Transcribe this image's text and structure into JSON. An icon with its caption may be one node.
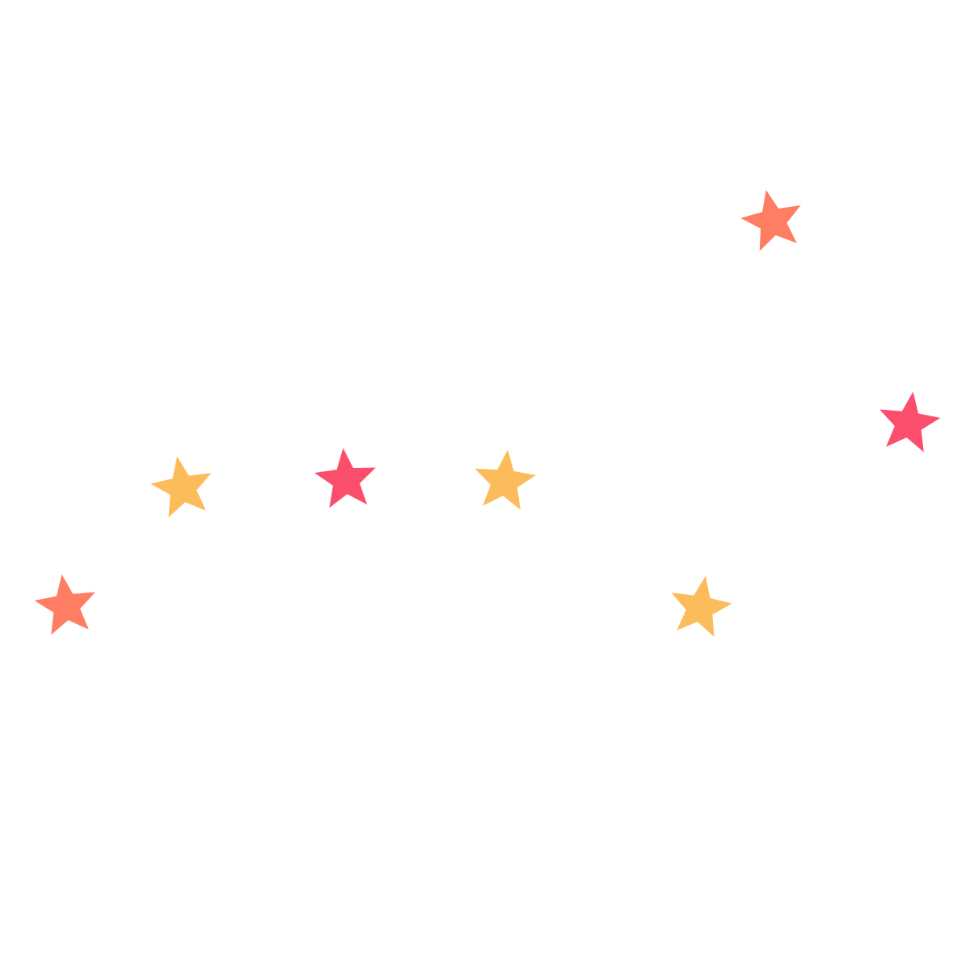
{
  "diagram": {
    "nodes": [
      {
        "text": [],
        "shape": "star"
      },
      {
        "text": [],
        "shape": "star"
      },
      {
        "text": [],
        "shape": "star"
      },
      {
        "text": [],
        "shape": "star"
      },
      {
        "text": [],
        "shape": "star"
      },
      {
        "text": [],
        "shape": "star"
      },
      {
        "text": [],
        "shape": "star"
      }
    ]
  }
}
